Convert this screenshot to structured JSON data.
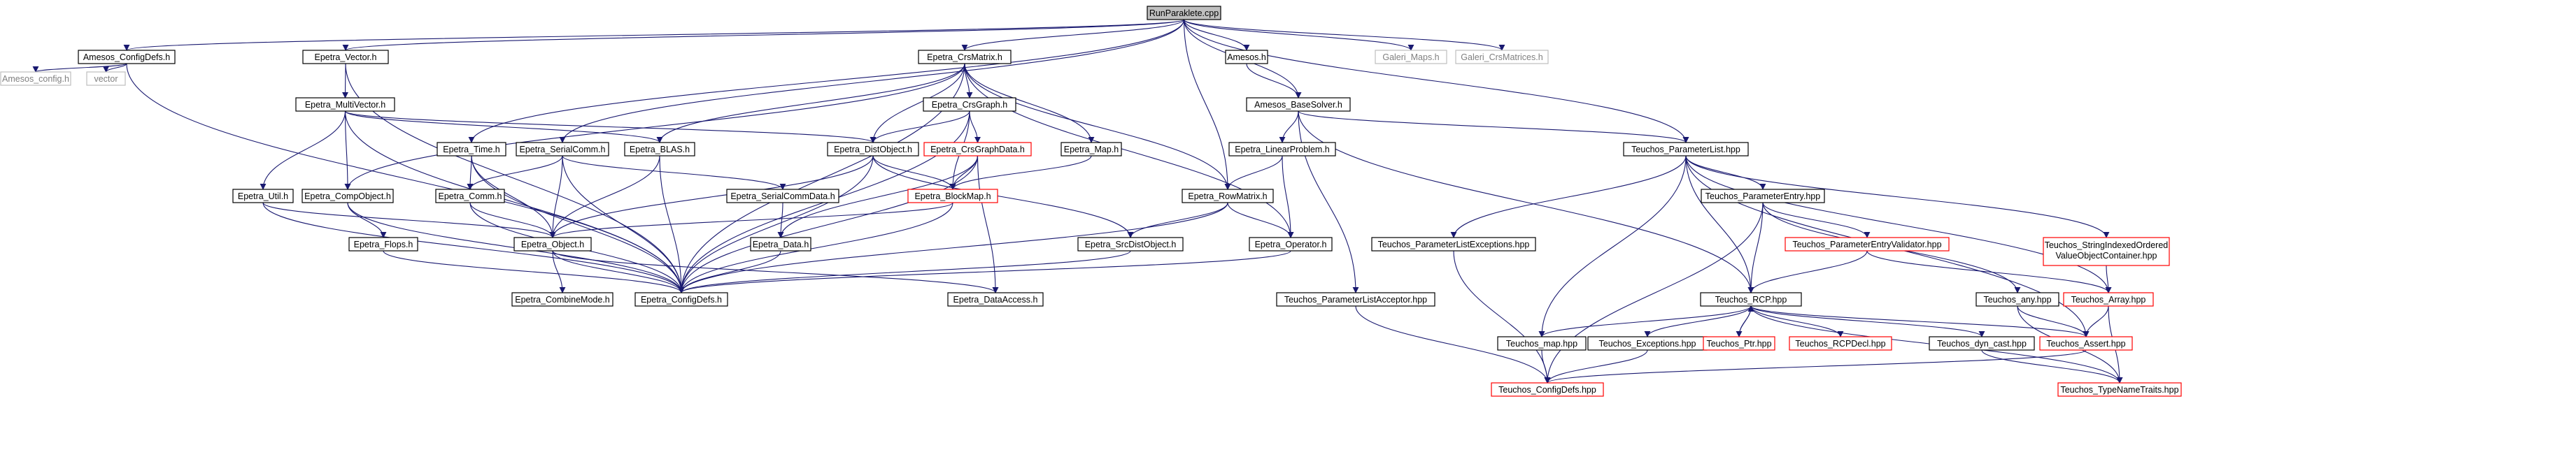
{
  "root": "RunParaklete.cpp",
  "nodes": {
    "RunParaklete": "RunParaklete.cpp",
    "AmesosConfigDefs": "Amesos_ConfigDefs.h",
    "AmesosConfig": "Amesos_config.h",
    "vector": "vector",
    "EpetraVector": "Epetra_Vector.h",
    "EpetraMultiVector": "Epetra_MultiVector.h",
    "EpetraCrsMatrix": "Epetra_CrsMatrix.h",
    "EpetraCrsGraph": "Epetra_CrsGraph.h",
    "AmesosH": "Amesos.h",
    "AmesosBaseSolver": "Amesos_BaseSolver.h",
    "GaleriMaps": "Galeri_Maps.h",
    "GaleriCrsMatrices": "Galeri_CrsMatrices.h",
    "EpetraTime": "Epetra_Time.h",
    "EpetraSerialComm": "Epetra_SerialComm.h",
    "EpetraBLAS": "Epetra_BLAS.h",
    "EpetraDistObject": "Epetra_DistObject.h",
    "EpetraCrsGraphData": "Epetra_CrsGraphData.h",
    "EpetraMap": "Epetra_Map.h",
    "EpetraLinearProblem": "Epetra_LinearProblem.h",
    "TeuchosParameterList": "Teuchos_ParameterList.hpp",
    "EpetraUtil": "Epetra_Util.h",
    "EpetraCompObject": "Epetra_CompObject.h",
    "EpetraComm": "Epetra_Comm.h",
    "EpetraSerialCommData": "Epetra_SerialCommData.h",
    "EpetraBlockMap": "Epetra_BlockMap.h",
    "EpetraRowMatrix": "Epetra_RowMatrix.h",
    "TeuchosParameterEntry": "Teuchos_ParameterEntry.hpp",
    "EpetraObject": "Epetra_Object.h",
    "EpetraFlops": "Epetra_Flops.h",
    "EpetraData": "Epetra_Data.h",
    "EpetraSrcDistObject": "Epetra_SrcDistObject.h",
    "EpetraOperator": "Epetra_Operator.h",
    "TeuchosParameterListExceptions": "Teuchos_ParameterListExceptions.hpp",
    "TeuchosParameterEntryValidator": "Teuchos_ParameterEntryValidator.hpp",
    "TeuchosStringIndexedLine1": "Teuchos_StringIndexedOrdered",
    "TeuchosStringIndexedLine2": "ValueObjectContainer.hpp",
    "EpetraCombineMode": "Epetra_CombineMode.h",
    "EpetraConfigDefs": "Epetra_ConfigDefs.h",
    "EpetraDataAccess": "Epetra_DataAccess.h",
    "TeuchosParameterListAcceptor": "Teuchos_ParameterListAcceptor.hpp",
    "TeuchosRCP": "Teuchos_RCP.hpp",
    "TeuchosAny": "Teuchos_any.hpp",
    "TeuchosArray": "Teuchos_Array.hpp",
    "TeuchosMap": "Teuchos_map.hpp",
    "TeuchosExceptions": "Teuchos_Exceptions.hpp",
    "TeuchosPtr": "Teuchos_Ptr.hpp",
    "TeuchosRCPDecl": "Teuchos_RCPDecl.hpp",
    "TeuchosDynCast": "Teuchos_dyn_cast.hpp",
    "TeuchosAssert": "Teuchos_Assert.hpp",
    "TeuchosConfigDefs": "Teuchos_ConfigDefs.hpp",
    "TeuchosTypeNameTraits": "Teuchos_TypeNameTraits.hpp"
  },
  "colors": {
    "edge": "#191970",
    "root_fill": "#bfbfbf",
    "normal_border": "#000000",
    "truncated_border": "#ff0000",
    "missing_border": "#bfbfbf"
  }
}
